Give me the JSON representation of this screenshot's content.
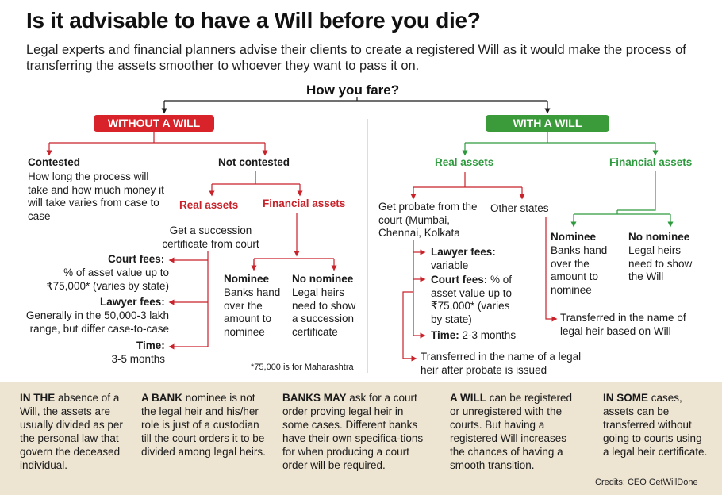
{
  "title": "Is it advisable to have a Will before you die?",
  "subtitle": "Legal experts and financial planners advise their clients to create a registered Will as it would make the process of transferring the assets smoother to whoever they want to pass it on.",
  "question": "How you fare?",
  "without": {
    "label": "WITHOUT A WILL",
    "contested_title": "Contested",
    "contested_text": "How long the process will take and how much money it will take varies from case to case",
    "not_contested": "Not contested",
    "real_assets": "Real assets",
    "financial_assets": "Financial assets",
    "succession": "Get a succession certificate from court",
    "court_fees_label": "Court fees:",
    "court_fees_text": "% of asset value up to ₹75,000* (varies by state)",
    "lawyer_fees_label": "Lawyer fees:",
    "lawyer_fees_text": "Generally in the 50,000-3 lakh range, but differ case-to-case",
    "time_label": "Time:",
    "time_text": "3-5 months",
    "nominee_title": "Nominee",
    "nominee_text": "Banks hand over the amount to nominee",
    "no_nominee_title": "No nominee",
    "no_nominee_text": "Legal heirs need to show a succession certificate",
    "footnote": "*75,000 is for Maharashtra"
  },
  "with": {
    "label": "WITH A WILL",
    "real_assets": "Real assets",
    "financial_assets": "Financial assets",
    "probate": "Get probate from the court (Mumbai, Chennai, Kolkata",
    "other_states": "Other states",
    "lawyer_fees_label": "Lawyer fees:",
    "lawyer_fees_text": "variable",
    "court_fees_label": "Court fees:",
    "court_fees_text": "% of asset value up to ₹75,000* (varies by state)",
    "time_label": "Time:",
    "time_text": "2-3 months",
    "transferred_probate": "Transferred in the name of a legal heir after probate is issued",
    "nominee_title": "Nominee",
    "nominee_text": "Banks hand over the amount to nominee",
    "no_nominee_title": "No nominee",
    "no_nominee_text": "Legal heirs need to show the Will",
    "transferred_will": "Transferred in the name of legal heir based on Will"
  },
  "footer": [
    {
      "lead": "IN THE",
      "text": " absence of a Will, the assets are usually divided as per the personal law that govern the deceased individual."
    },
    {
      "lead": "A BANK",
      "text": " nominee is not the legal heir and his/her role is just of a custodian till the court orders it to be divided among legal heirs."
    },
    {
      "lead": "BANKS MAY",
      "text": " ask for a court order proving legal heir in some cases. Different banks have their own specifica-tions for when producing a court order will be required."
    },
    {
      "lead": "A WILL",
      "text": " can be registered or unregistered with the courts. But having a registered Will increases the chances of having a smooth transition."
    },
    {
      "lead": "IN SOME",
      "text": " cases, assets can be transferred without going to courts using a legal heir certificate."
    }
  ],
  "credits": "Credits: CEO GetWillDone",
  "colors": {
    "red": "#d8232a",
    "green": "#3b9a3a",
    "footer_bg": "#ede4d2"
  }
}
